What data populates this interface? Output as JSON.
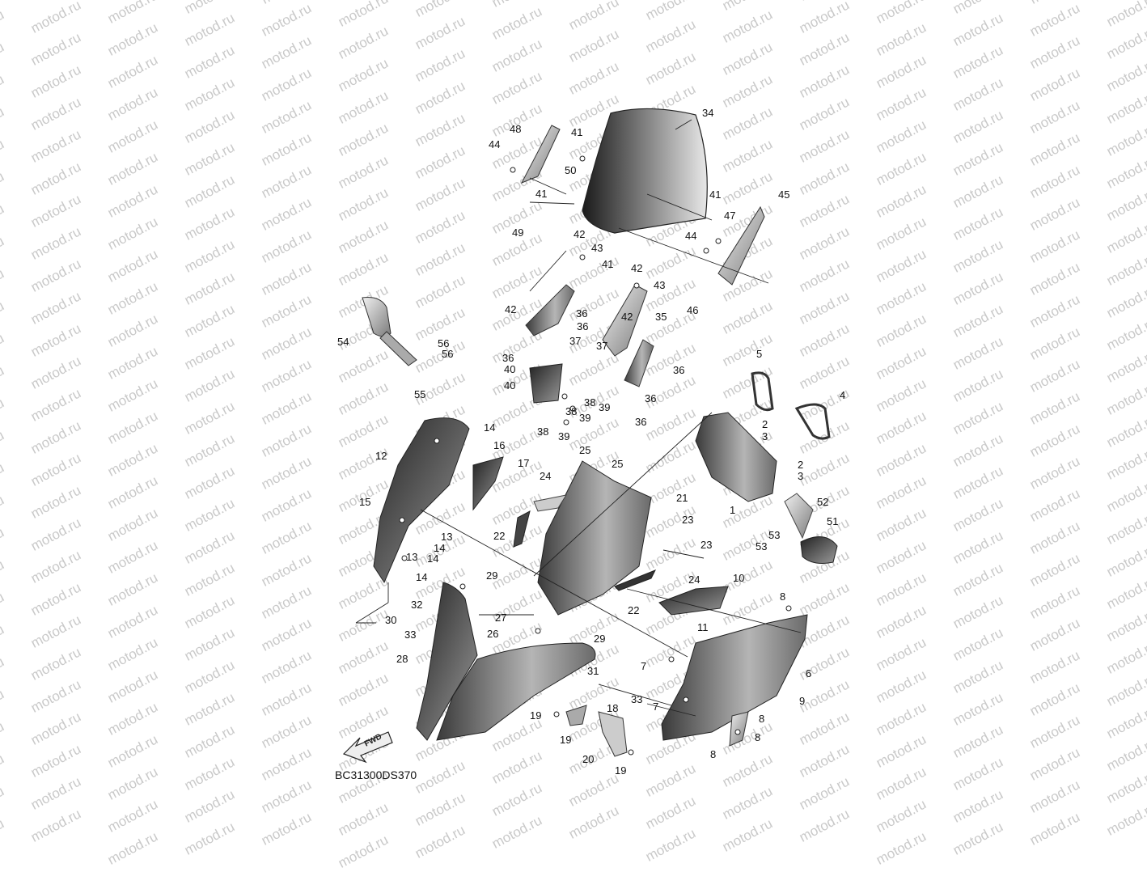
{
  "diagram": {
    "watermark": "motod.ru",
    "drawing_code": "BC31300DS370",
    "direction_marker": "FWD",
    "callouts": [
      {
        "id": "c1",
        "label": "1"
      },
      {
        "id": "c2a",
        "label": "2"
      },
      {
        "id": "c2b",
        "label": "2"
      },
      {
        "id": "c3a",
        "label": "3"
      },
      {
        "id": "c3b",
        "label": "3"
      },
      {
        "id": "c4",
        "label": "4"
      },
      {
        "id": "c5",
        "label": "5"
      },
      {
        "id": "c6",
        "label": "6"
      },
      {
        "id": "c7a",
        "label": "7"
      },
      {
        "id": "c7b",
        "label": "7"
      },
      {
        "id": "c8a",
        "label": "8"
      },
      {
        "id": "c8b",
        "label": "8"
      },
      {
        "id": "c8c",
        "label": "8"
      },
      {
        "id": "c8d",
        "label": "8"
      },
      {
        "id": "c9",
        "label": "9"
      },
      {
        "id": "c10",
        "label": "10"
      },
      {
        "id": "c11",
        "label": "11"
      },
      {
        "id": "c12",
        "label": "12"
      },
      {
        "id": "c13a",
        "label": "13"
      },
      {
        "id": "c13b",
        "label": "13"
      },
      {
        "id": "c14a",
        "label": "14"
      },
      {
        "id": "c14b",
        "label": "14"
      },
      {
        "id": "c14c",
        "label": "14"
      },
      {
        "id": "c14d",
        "label": "14"
      },
      {
        "id": "c15",
        "label": "15"
      },
      {
        "id": "c16",
        "label": "16"
      },
      {
        "id": "c17",
        "label": "17"
      },
      {
        "id": "c18",
        "label": "18"
      },
      {
        "id": "c19a",
        "label": "19"
      },
      {
        "id": "c19b",
        "label": "19"
      },
      {
        "id": "c19c",
        "label": "19"
      },
      {
        "id": "c20",
        "label": "20"
      },
      {
        "id": "c21",
        "label": "21"
      },
      {
        "id": "c22a",
        "label": "22"
      },
      {
        "id": "c22b",
        "label": "22"
      },
      {
        "id": "c23a",
        "label": "23"
      },
      {
        "id": "c23b",
        "label": "23"
      },
      {
        "id": "c24a",
        "label": "24"
      },
      {
        "id": "c24b",
        "label": "24"
      },
      {
        "id": "c25a",
        "label": "25"
      },
      {
        "id": "c25b",
        "label": "25"
      },
      {
        "id": "c26",
        "label": "26"
      },
      {
        "id": "c27",
        "label": "27"
      },
      {
        "id": "c28",
        "label": "28"
      },
      {
        "id": "c29a",
        "label": "29"
      },
      {
        "id": "c29b",
        "label": "29"
      },
      {
        "id": "c30",
        "label": "30"
      },
      {
        "id": "c31",
        "label": "31"
      },
      {
        "id": "c32",
        "label": "32"
      },
      {
        "id": "c33a",
        "label": "33"
      },
      {
        "id": "c33b",
        "label": "33"
      },
      {
        "id": "c34",
        "label": "34"
      },
      {
        "id": "c35",
        "label": "35"
      },
      {
        "id": "c36a",
        "label": "36"
      },
      {
        "id": "c36b",
        "label": "36"
      },
      {
        "id": "c36c",
        "label": "36"
      },
      {
        "id": "c36d",
        "label": "36"
      },
      {
        "id": "c36e",
        "label": "36"
      },
      {
        "id": "c36f",
        "label": "36"
      },
      {
        "id": "c37a",
        "label": "37"
      },
      {
        "id": "c37b",
        "label": "37"
      },
      {
        "id": "c38a",
        "label": "38"
      },
      {
        "id": "c38b",
        "label": "38"
      },
      {
        "id": "c38c",
        "label": "38"
      },
      {
        "id": "c39a",
        "label": "39"
      },
      {
        "id": "c39b",
        "label": "39"
      },
      {
        "id": "c39c",
        "label": "39"
      },
      {
        "id": "c40a",
        "label": "40"
      },
      {
        "id": "c40b",
        "label": "40"
      },
      {
        "id": "c41a",
        "label": "41"
      },
      {
        "id": "c41b",
        "label": "41"
      },
      {
        "id": "c41c",
        "label": "41"
      },
      {
        "id": "c41d",
        "label": "41"
      },
      {
        "id": "c42a",
        "label": "42"
      },
      {
        "id": "c42b",
        "label": "42"
      },
      {
        "id": "c42c",
        "label": "42"
      },
      {
        "id": "c42d",
        "label": "42"
      },
      {
        "id": "c43a",
        "label": "43"
      },
      {
        "id": "c43b",
        "label": "43"
      },
      {
        "id": "c44a",
        "label": "44"
      },
      {
        "id": "c44b",
        "label": "44"
      },
      {
        "id": "c45",
        "label": "45"
      },
      {
        "id": "c46",
        "label": "46"
      },
      {
        "id": "c47",
        "label": "47"
      },
      {
        "id": "c48",
        "label": "48"
      },
      {
        "id": "c49",
        "label": "49"
      },
      {
        "id": "c50",
        "label": "50"
      },
      {
        "id": "c51",
        "label": "51"
      },
      {
        "id": "c52",
        "label": "52"
      },
      {
        "id": "c53a",
        "label": "53"
      },
      {
        "id": "c53b",
        "label": "53"
      },
      {
        "id": "c54",
        "label": "54"
      },
      {
        "id": "c55",
        "label": "55"
      },
      {
        "id": "c56a",
        "label": "56"
      },
      {
        "id": "c56b",
        "label": "56"
      }
    ]
  }
}
